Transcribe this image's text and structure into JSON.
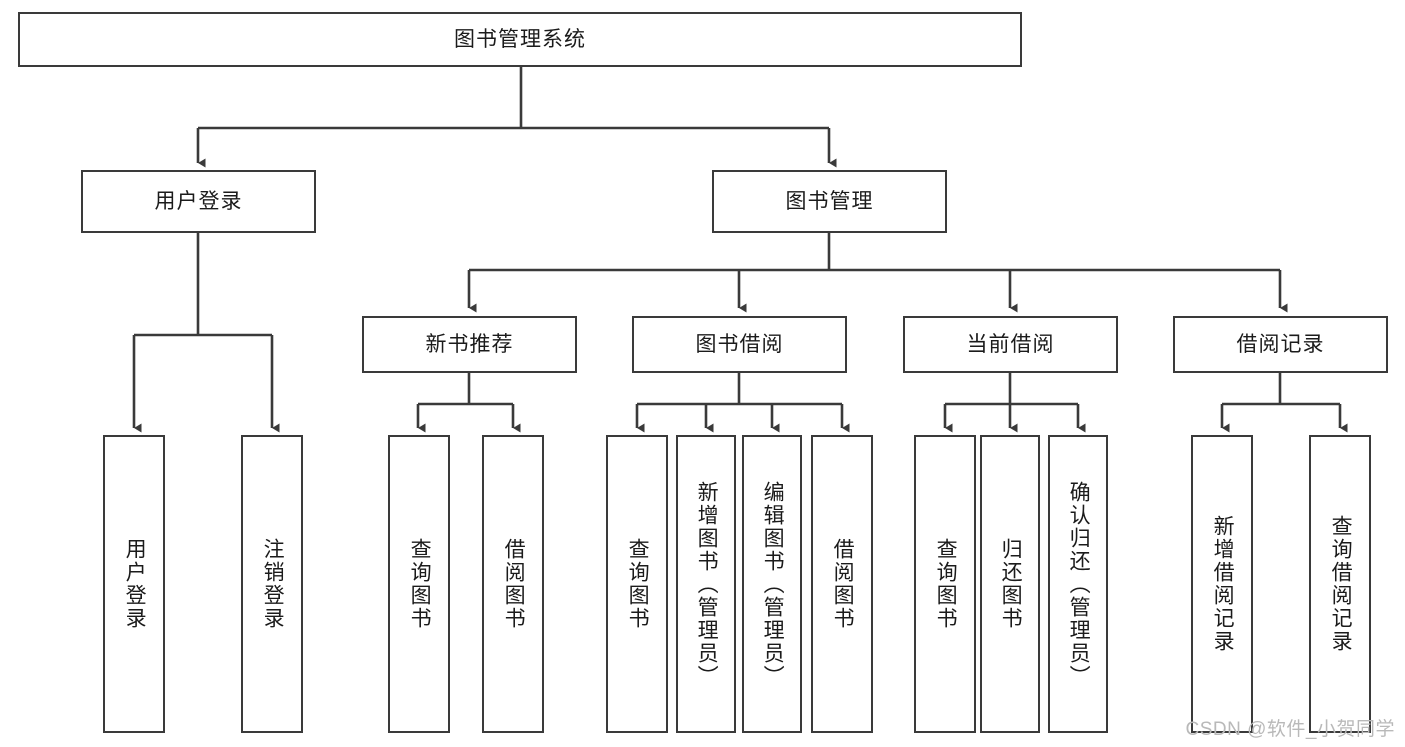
{
  "diagram": {
    "title": "图书管理系统",
    "type": "tree-hierarchy",
    "watermark": "CSDN @软件_小贺同学",
    "colors": {
      "box_border": "#3a3a3a",
      "box_fill": "#ffffff",
      "edge": "#3a3a3a",
      "text": "#1b1b1b",
      "watermark": "#b9b9b9"
    },
    "levels": {
      "root": {
        "label": "图书管理系统"
      },
      "level2": [
        {
          "label": "用户登录"
        },
        {
          "label": "图书管理"
        }
      ],
      "level3": [
        {
          "label": "新书推荐"
        },
        {
          "label": "图书借阅"
        },
        {
          "label": "当前借阅"
        },
        {
          "label": "借阅记录"
        }
      ],
      "leaves": {
        "user_login": [
          {
            "label": "用户登录"
          },
          {
            "label": "注销登录"
          }
        ],
        "new_book_recommend": [
          {
            "label": "查询图书"
          },
          {
            "label": "借阅图书"
          }
        ],
        "book_borrow": [
          {
            "label": "查询图书"
          },
          {
            "label": "新增图书（管理员）"
          },
          {
            "label": "编辑图书（管理员）"
          },
          {
            "label": "借阅图书"
          }
        ],
        "current_borrow": [
          {
            "label": "查询图书"
          },
          {
            "label": "归还图书"
          },
          {
            "label": "确认归还（管理员）"
          }
        ],
        "borrow_record": [
          {
            "label": "新增借阅记录"
          },
          {
            "label": "查询借阅记录"
          }
        ]
      }
    }
  }
}
